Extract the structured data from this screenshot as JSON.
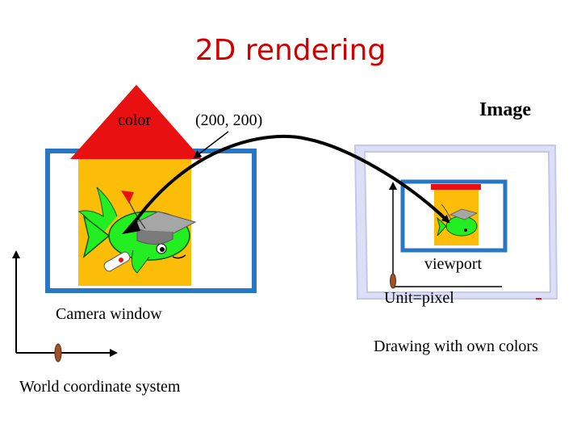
{
  "title": "2D rendering",
  "labels": {
    "color": "color",
    "coordinate": "(200, 200)",
    "image": "Image",
    "viewport": "viewport",
    "unit": "Unit=pixel",
    "camera_window": "Camera window",
    "drawing": "Drawing with own colors",
    "world": "World coordinate system"
  },
  "colors": {
    "title": "#d10000",
    "roof": "#e81010",
    "house": "#fbbd08",
    "frame": "#2777c5",
    "fish": "#22ee22",
    "screen": "#dcdff5"
  },
  "icons": [
    "fish-icon",
    "graduation-cap-icon",
    "diploma-icon",
    "arrow-icon"
  ]
}
